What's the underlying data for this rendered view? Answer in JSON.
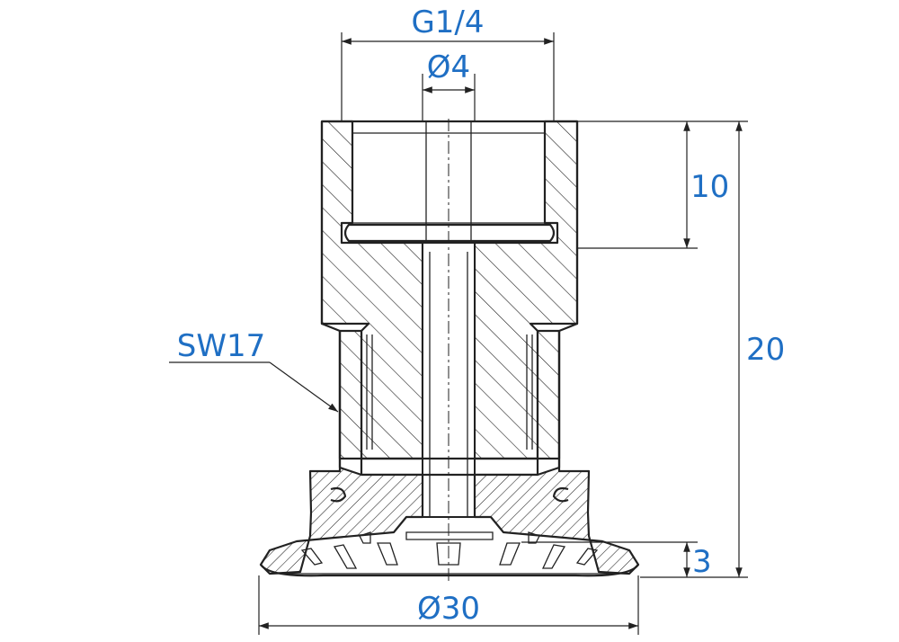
{
  "drawing": {
    "labels": {
      "thread": "G1/4",
      "bore": "Ø4",
      "wrench": "SW17",
      "thread_depth": "10",
      "total_height": "20",
      "cup_height": "3",
      "cup_diameter": "Ø30"
    },
    "colors": {
      "dimension_text": "#1f6fc4",
      "line": "#222222",
      "background": "#ffffff"
    }
  }
}
